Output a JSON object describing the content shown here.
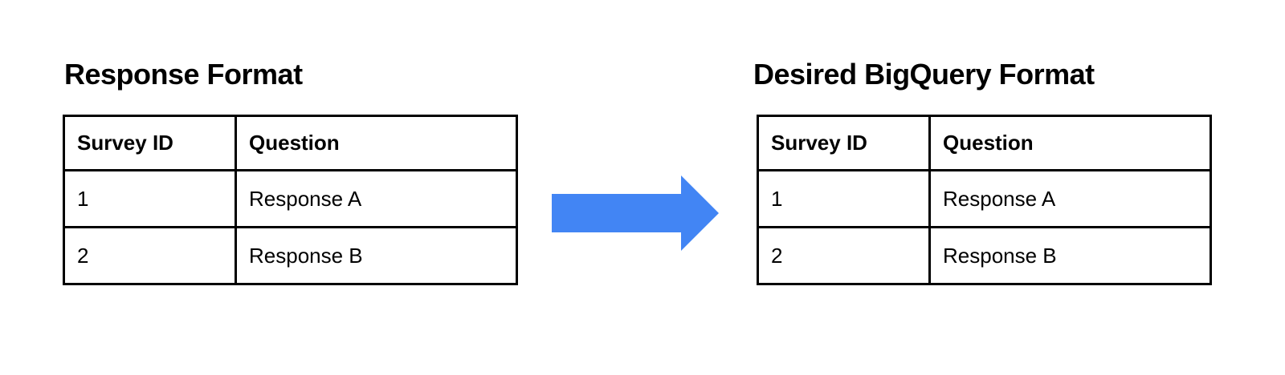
{
  "left": {
    "title": "Response Format",
    "table": {
      "headers": [
        "Survey ID",
        "Question"
      ],
      "rows": [
        [
          "1",
          "Response A"
        ],
        [
          "2",
          "Response B"
        ]
      ]
    }
  },
  "right": {
    "title": "Desired BigQuery Format",
    "table": {
      "headers": [
        "Survey ID",
        "Question"
      ],
      "rows": [
        [
          "1",
          "Response A"
        ],
        [
          "2",
          "Response B"
        ]
      ]
    }
  },
  "arrow": {
    "direction": "right",
    "color": "#4285F4"
  },
  "colors": {
    "background": "#ffffff",
    "table_border": "#000000",
    "text": "#000000"
  }
}
